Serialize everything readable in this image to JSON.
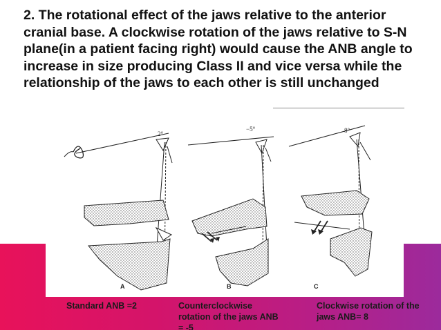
{
  "slide": {
    "title": "2. The rotational effect of the jaws relative to the anterior cranial base. A clockwise rotation of the jaws relative to S-N plane(in a patient facing right) would cause the ANB angle to increase in size producing Class II and vice versa while the relationship of the jaws to each other is still unchanged",
    "colors": {
      "band_start": "#e8125a",
      "band_end": "#9c2a9c",
      "title": "#111111"
    }
  },
  "figure": {
    "panels": [
      {
        "letter": "A",
        "angle_label": "2°"
      },
      {
        "letter": "B",
        "angle_label": "−5°"
      },
      {
        "letter": "C",
        "angle_label": "8°"
      }
    ]
  },
  "captions": [
    "Standard ANB =2",
    "Counterclockwise rotation of the jaws ANB = -5",
    "Clockwise rotation of the jaws ANB= 8"
  ]
}
